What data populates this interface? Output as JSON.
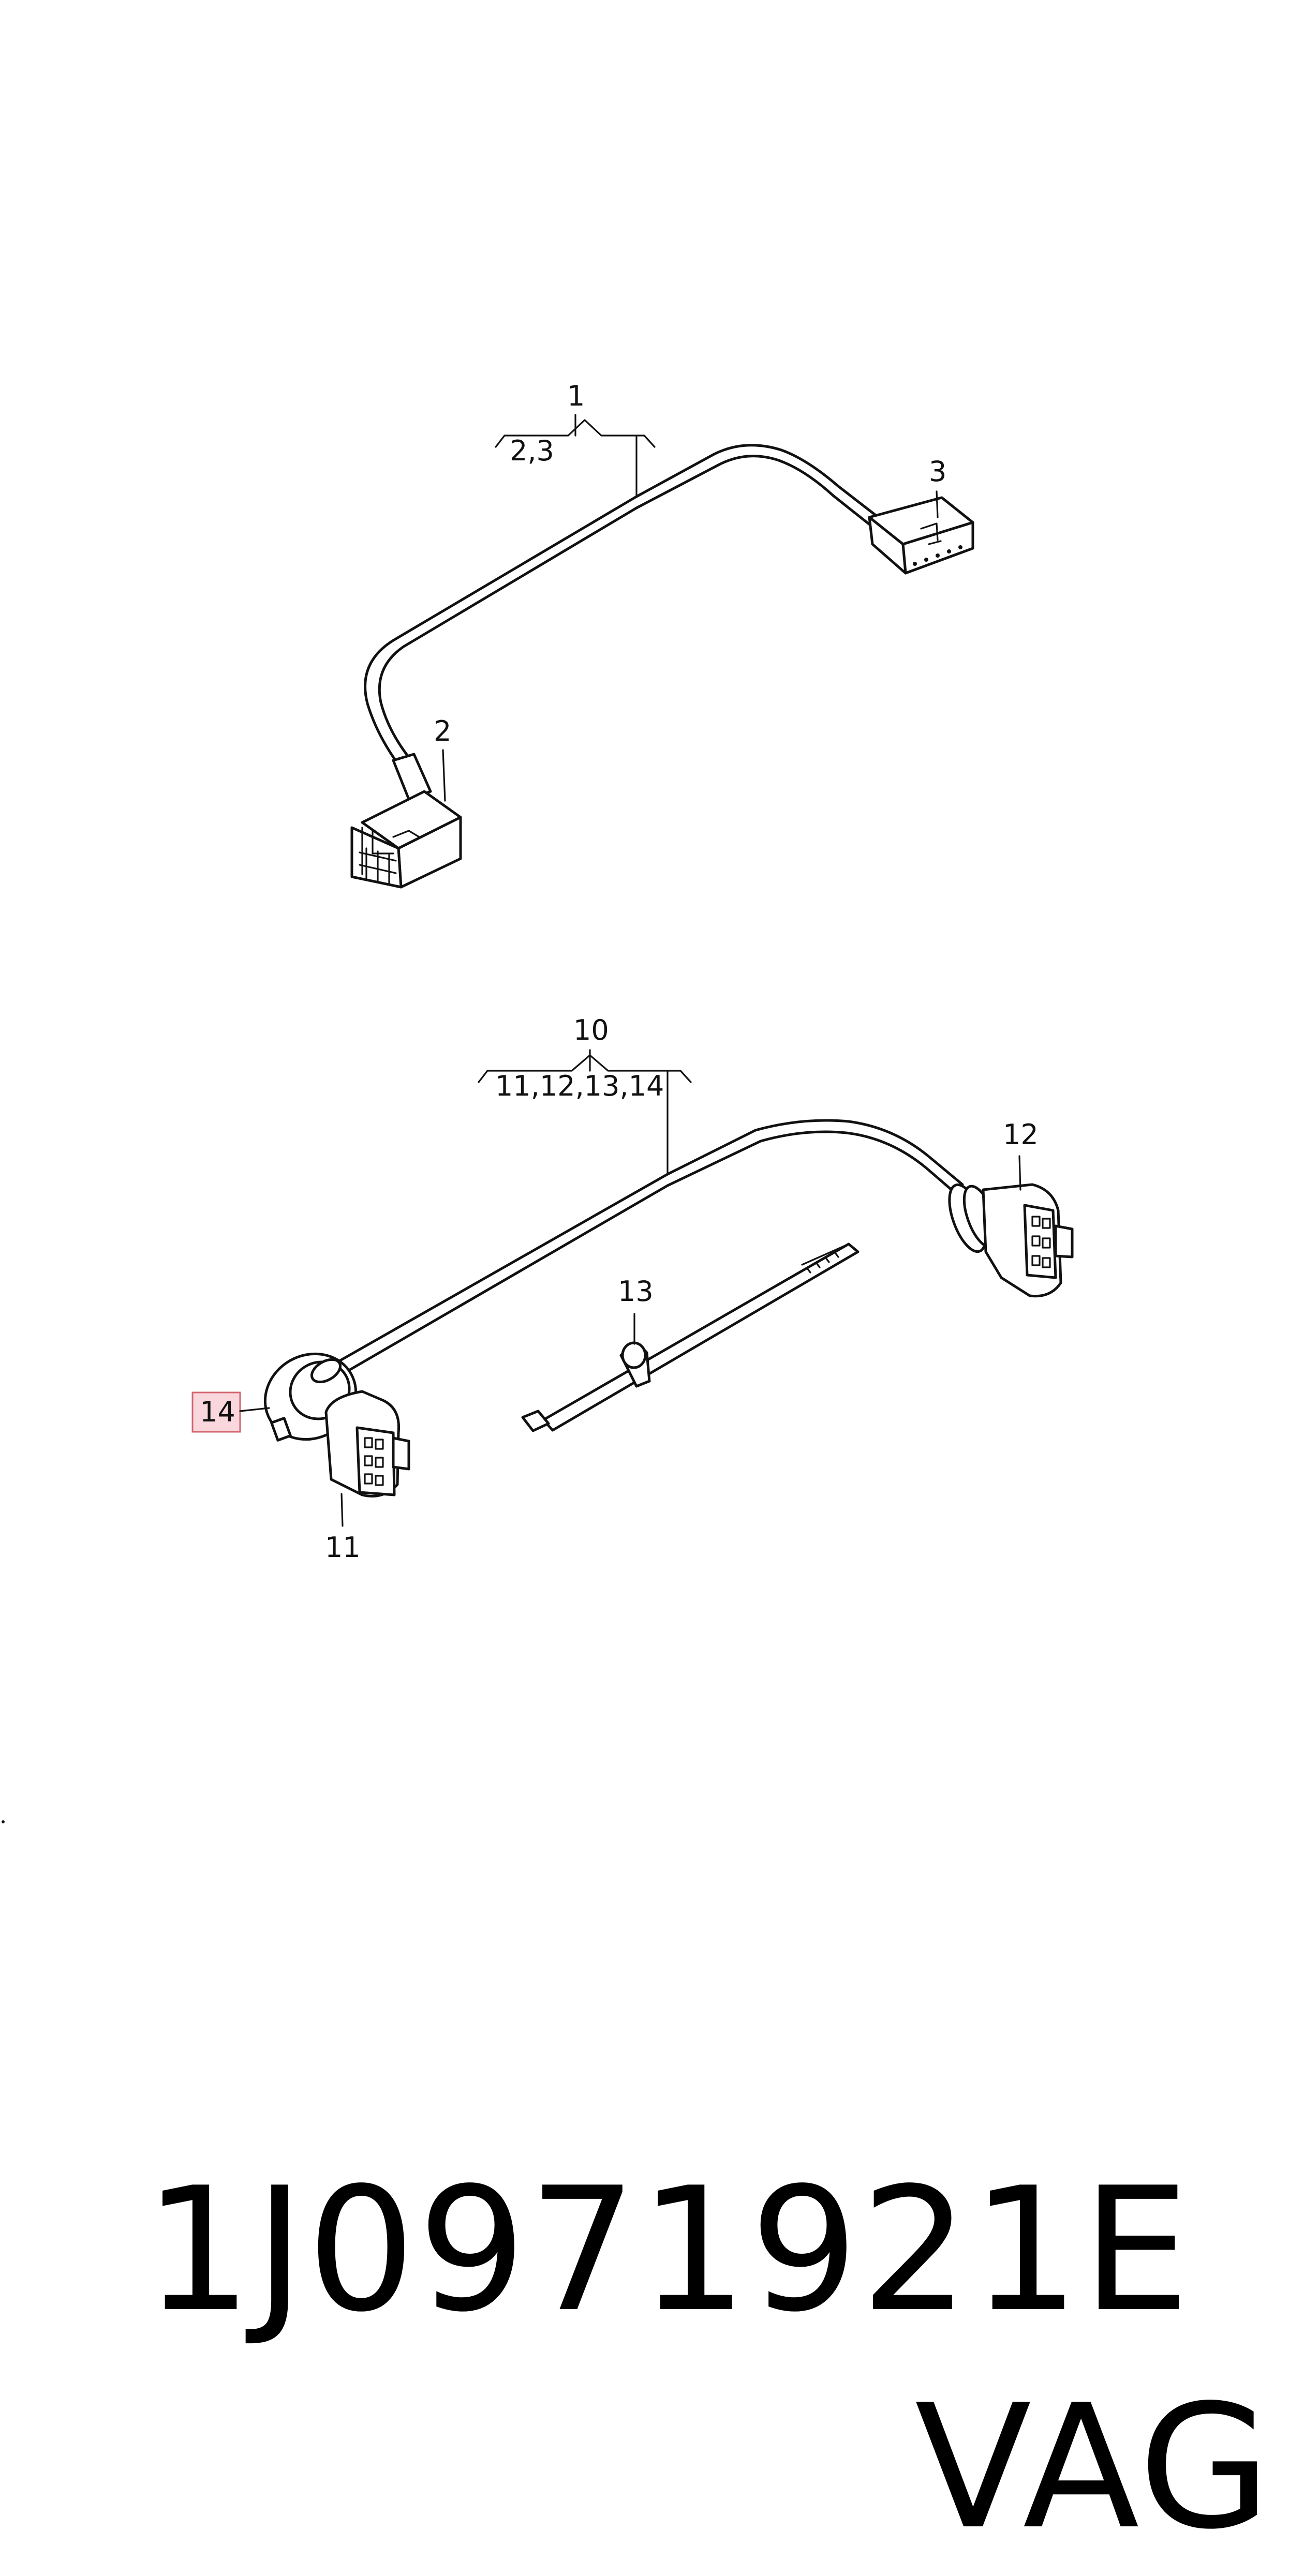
{
  "callouts": {
    "c1": "1",
    "c1_sub": "2,3",
    "c2": "2",
    "c3": "3",
    "c10": "10",
    "c10_sub": "11,12,13,14",
    "c11": "11",
    "c12": "12",
    "c13": "13",
    "c14": "14"
  },
  "footer": {
    "part_number": "1J0971921E",
    "brand": "VAG"
  },
  "colors": {
    "highlight_fill": "#f9d7dc",
    "highlight_stroke": "#d2646f"
  }
}
